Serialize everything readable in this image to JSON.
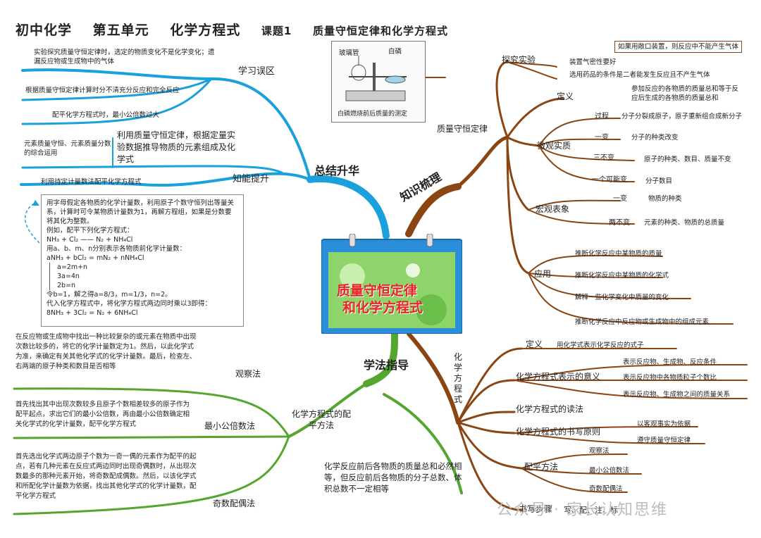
{
  "title": {
    "grade": "初中化学",
    "unit": "第五单元",
    "chapter": "化学方程式",
    "lesson": "课题1",
    "topic": "质量守恒定律和化学方程式"
  },
  "center": {
    "line1": "质量守恒定律",
    "line2": "和化学方程式"
  },
  "colors": {
    "blue": "#1aa0dc",
    "brown": "#8b4513",
    "green": "#55a630"
  },
  "branches": {
    "summary": "总结升华",
    "knowledge": "知识梳理",
    "method": "学法指导"
  },
  "apparatus": {
    "tube": "玻璃管",
    "phosphorus": "白磷",
    "caption": "白磷燃烧前后质量的测定"
  },
  "mistakes": {
    "label": "学习误区",
    "items": [
      "实验探究质量守恒定律时，选定的物质变化不是化学变化；遗漏反应物或生成物中的气体",
      "根据质量守恒定律计算时分不清充分反应和完全反应",
      "配平化学方程式时，最小公倍数过大"
    ]
  },
  "ability": {
    "label": "知能提升",
    "item1": "元素质量守恒、元素质量分数的综合运用",
    "item1_desc": "利用质量守恒定律，根据定量实验数据推导物质的元素组成及化学式",
    "item2": "利用待定计量数法配平化学方程式",
    "example": [
      "用字母假定各物质的化学计量数，利用原子个数守恒列出等量关系，计算时可令某物质计量数为1，再解方程组，如果是分数要将其化为整数。",
      "例如，配平下列化学方程式：",
      "NH₃ + Cl₂ —— N₂ + NH₄Cl",
      "用a、b、m、n分别表示各物质前化学计量数：",
      "aNH₃ + bCl₂ = mN₂ + nNH₄Cl",
      "a=2m+n",
      "3a=4n",
      "2b=n",
      "令b=1，解之得a=8/3，m=1/3，n=2。",
      "代入化学方程式中，将化学方程式两边同时乘以3即得：",
      "8NH₃ + 3Cl₂ = N₂ + 6NH₄Cl"
    ]
  },
  "balancing": {
    "label": "化学方程式的配平方法",
    "observe": {
      "name": "观察法",
      "desc": "在反应物或生成物中找出一种比较复杂的或元素在物质中出现次数比较多的，将它的化学计量数定为1。然后，以此化学式为准，来确定有关其他化学式的化学计量数。最后，检查左、右两端的原子种类和数目是否相等"
    },
    "lcm": {
      "name": "最小公倍数法",
      "desc": "首先找出其中出现次数较多且原子个数相差较多的原子作为配平起点，求出它们的最小公倍数，再由最小公倍数确定相关化学式的化学计量数，配平化学方程式"
    },
    "oddeven": {
      "name": "奇数配偶法",
      "desc": "首先选出化学式两边原子个数为一奇一偶的元素作为配平的起点，若有几种元素在反应式两边同时出现奇偶数时，从出现次数最多的那种元素开始，将奇数配成偶数。然后，以该化学式和所配化学计量数为依据，找出其他化学式的化学计量数，配平化学方程式"
    },
    "summary": "化学反应前后各物质的质量总和必然相等，但反应前后各物质的分子总数、体积总数不一定相等"
  },
  "law": {
    "label": "质量守恒定律",
    "experiment": {
      "label": "探究实验",
      "airtight": "装置气密性要好",
      "open_note": "如果用敞口装置，则反应中不能产生气体",
      "reagent": "选用药品的条件是二者能发生反应且不产生气体"
    },
    "definition": {
      "label": "定义",
      "text": "参加反应的各物质的质量总和等于反应后生成的各物质的质量总和"
    },
    "micro": {
      "label": "微观实质",
      "process": "过程",
      "process_text": "分子分裂成原子，原子重新组合成新分子",
      "one_change": "一变",
      "one_change_text": "分子的种类改变",
      "three_unchanged": "三不变",
      "three_unchanged_text": "原子的种类、数目、质量不变",
      "maybe": "一个可能变",
      "maybe_text": "分子数目"
    },
    "macro": {
      "label": "宏观表象",
      "one_change": "一变",
      "one_change_text": "物质的种类",
      "two_unchanged": "两不变",
      "two_unchanged_text": "元素的种类、物质的总质量"
    },
    "application": {
      "label": "应用",
      "items": [
        "推断化学反应中某物质的质量",
        "推断化学反应中某物质的化学式",
        "解释一些化学变化中质量的变化",
        "推断化学反应中反应物或生成物中的组成元素"
      ]
    }
  },
  "equation": {
    "label": "化学方程式",
    "definition": {
      "label": "定义",
      "text": "用化学式表示化学反应的式子"
    },
    "meaning": {
      "label": "化学方程式表示的意义",
      "items": [
        "表示反应物、生成物、反应条件",
        "表示反应物中各物质粒子个数比",
        "表示反应物、生成物之间的质量关系"
      ]
    },
    "reading": "化学方程式的读法",
    "principle": {
      "label": "化学方程式的书写原则",
      "items": [
        "以客观事实为依据",
        "遵守质量守恒定律"
      ]
    },
    "balance": {
      "label": "配平方法",
      "items": [
        "观察法",
        "最小公倍数法",
        "奇数配偶法"
      ]
    },
    "steps": {
      "label": "书写步骤",
      "text": "写、配、注、标"
    }
  },
  "watermark": "公众号 · 家长认知思维"
}
